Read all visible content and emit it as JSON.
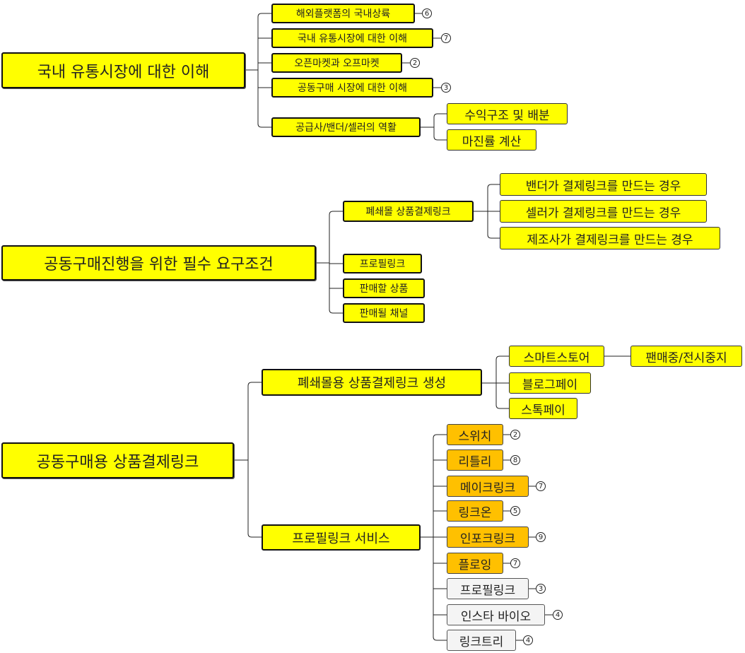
{
  "sections": [
    {
      "root": "국내 유통시장에 대한 이해",
      "children": [
        {
          "label": "해외플랫폼의 국내상륙",
          "badge": "6"
        },
        {
          "label": "국내 유통시장에 대한 이해",
          "badge": "7"
        },
        {
          "label": "오픈마켓과 오프마켓",
          "badge": "2"
        },
        {
          "label": "공동구매 시장에 대한 이해",
          "badge": "3"
        },
        {
          "label": "공급사/밴더/셀러의 역활",
          "children": [
            "수익구조 및 배분",
            "마진률 계산"
          ]
        }
      ]
    },
    {
      "root": "공동구매진행을 위한 필수 요구조건",
      "children": [
        {
          "label": "폐쇄몰 상품결제링크",
          "children": [
            "밴더가 결제링크를 만드는 경우",
            "셀러가 결제링크를 만드는 경우",
            "제조사가 결제링크를 만드는 경우"
          ]
        },
        {
          "label": "프로필링크"
        },
        {
          "label": "판매할 상품"
        },
        {
          "label": "판매될 채널"
        }
      ]
    },
    {
      "root": "공동구매용 상품결제링크",
      "children": [
        {
          "label": "폐쇄몰용 상품결제링크 생성",
          "children": [
            {
              "label": "스마트스토어",
              "child": "팬매중/전시중지"
            },
            {
              "label": "블로그페이"
            },
            {
              "label": "스톡페이"
            }
          ]
        },
        {
          "label": "프로필링크 서비스",
          "children": [
            {
              "label": "스위치",
              "badge": "2"
            },
            {
              "label": "리틀리",
              "badge": "8"
            },
            {
              "label": "메이크링크",
              "badge": "7"
            },
            {
              "label": "링크온",
              "badge": "5"
            },
            {
              "label": "인포크링크",
              "badge": "9"
            },
            {
              "label": "플로잉",
              "badge": "7"
            },
            {
              "label": "프로필링크",
              "badge": "3"
            },
            {
              "label": "인스타 바이오",
              "badge": "4"
            },
            {
              "label": "링크트리",
              "badge": "4"
            }
          ]
        }
      ]
    }
  ],
  "colors": {
    "yellow": "#ffff00",
    "orange": "#ffc000",
    "gray": "#f4f4f4"
  }
}
